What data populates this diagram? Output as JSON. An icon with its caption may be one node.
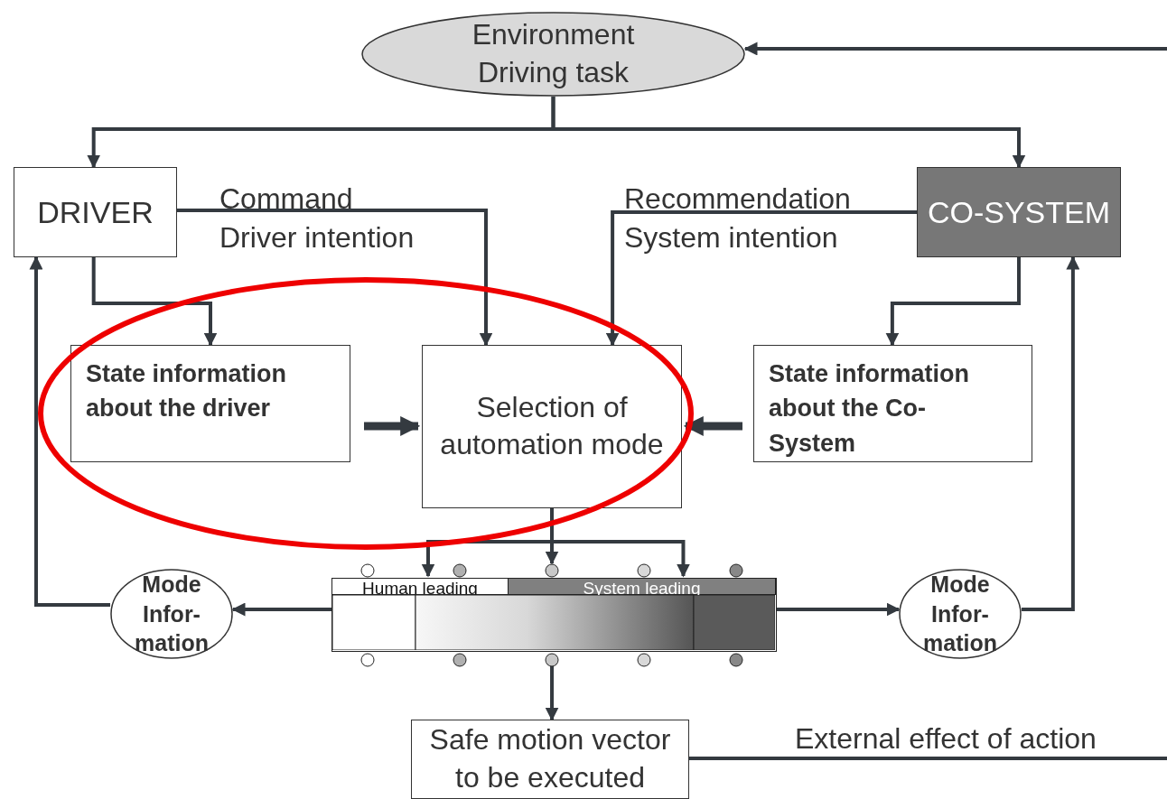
{
  "diagram": {
    "nodes": [
      {
        "text": [
          "Environment Driving task"
        ]
      },
      {
        "text": [
          "DRIVER"
        ]
      },
      {
        "text": [
          "CO-SYSTEM"
        ]
      },
      {
        "text": [
          "State information about the driver"
        ]
      },
      {
        "text": [
          "Selection of automation mode"
        ]
      },
      {
        "text": [
          "State information about the Co-System"
        ]
      },
      {
        "text": [
          "Human leading",
          "System leading"
        ]
      },
      {
        "text": [
          "Mode Infor- mation"
        ]
      },
      {
        "text": [
          "Mode Infor- mation"
        ]
      },
      {
        "text": [
          "Safe motion vector to be executed"
        ]
      }
    ],
    "edges": [
      {
        "from": 0,
        "to": 1,
        "arrow": "to"
      },
      {
        "from": 0,
        "to": 2,
        "arrow": "to"
      },
      {
        "from": 1,
        "to": 4,
        "arrow": "to",
        "label": "Command Driver intention"
      },
      {
        "from": 2,
        "to": 4,
        "arrow": "to",
        "label": "Recommendation System intention"
      },
      {
        "from": 1,
        "to": 3,
        "arrow": "to"
      },
      {
        "from": 2,
        "to": 5,
        "arrow": "to"
      },
      {
        "from": 3,
        "to": 4,
        "arrow": "to",
        "style": "thick"
      },
      {
        "from": 5,
        "to": 4,
        "arrow": "to",
        "style": "thick"
      },
      {
        "from": 4,
        "to": 6,
        "arrow": "to"
      },
      {
        "from": 6,
        "to": 7,
        "arrow": "to"
      },
      {
        "from": 6,
        "to": 8,
        "arrow": "to"
      },
      {
        "from": 7,
        "to": 1,
        "arrow": "to"
      },
      {
        "from": 8,
        "to": 2,
        "arrow": "to"
      },
      {
        "from": 6,
        "to": 9,
        "arrow": "to"
      },
      {
        "from": 9,
        "to": null,
        "arrow": "none",
        "label": "External effect of action"
      },
      {
        "from": null,
        "to": 0,
        "arrow": "to"
      }
    ]
  }
}
